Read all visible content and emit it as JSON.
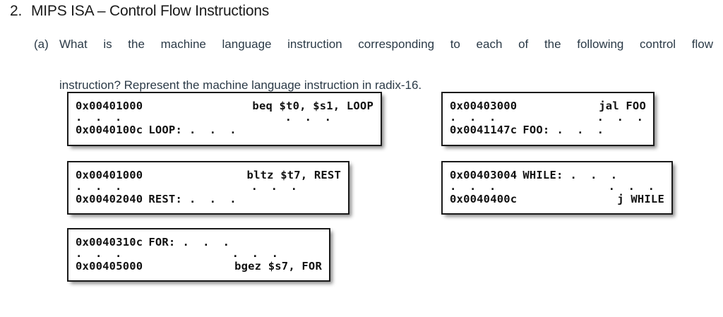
{
  "heading": {
    "number": "2.",
    "title": "MIPS ISA – Control Flow Instructions"
  },
  "part_a": {
    "marker": "(a)",
    "line1": "What is the machine language instruction corresponding to each of the following control flow",
    "line2": "instruction?  Represent the machine language instruction in radix-16."
  },
  "ellipsis": ".  .  .",
  "boxes": [
    {
      "id": "beq-loop",
      "top_addr": "0x00401000",
      "top_label": "",
      "top_instr": "beq $t0, $s1, LOOP",
      "bot_addr": "0x0040100c",
      "bot_label": "LOOP:",
      "bot_instr": ".  .  ."
    },
    {
      "id": "jal-foo",
      "top_addr": "0x00403000",
      "top_label": "",
      "top_instr": "jal FOO",
      "bot_addr": "0x0041147c",
      "bot_label": "FOO:",
      "bot_instr": ".  .  ."
    },
    {
      "id": "bltz-rest",
      "top_addr": "0x00401000",
      "top_label": "",
      "top_instr": "bltz $t7, REST",
      "bot_addr": "0x00402040",
      "bot_label": "REST:",
      "bot_instr": ".  .  ."
    },
    {
      "id": "j-while",
      "top_addr": "0x00403004",
      "top_label": "WHILE:",
      "top_instr": ".  .  .",
      "bot_addr": "0x0040400c",
      "bot_label": "",
      "bot_instr": "j WHILE"
    },
    {
      "id": "bgez-for",
      "top_addr": "0x0040310c",
      "top_label": "FOR:",
      "top_instr": ".  .  .",
      "bot_addr": "0x00405000",
      "bot_label": "",
      "bot_instr": "bgez $s7, FOR"
    }
  ],
  "colors": {
    "page_background": "#ffffff",
    "heading_text": "#1a1a1a",
    "body_text": "#2b3a47",
    "code_text": "#111111",
    "box_border": "#1a1a1a"
  }
}
